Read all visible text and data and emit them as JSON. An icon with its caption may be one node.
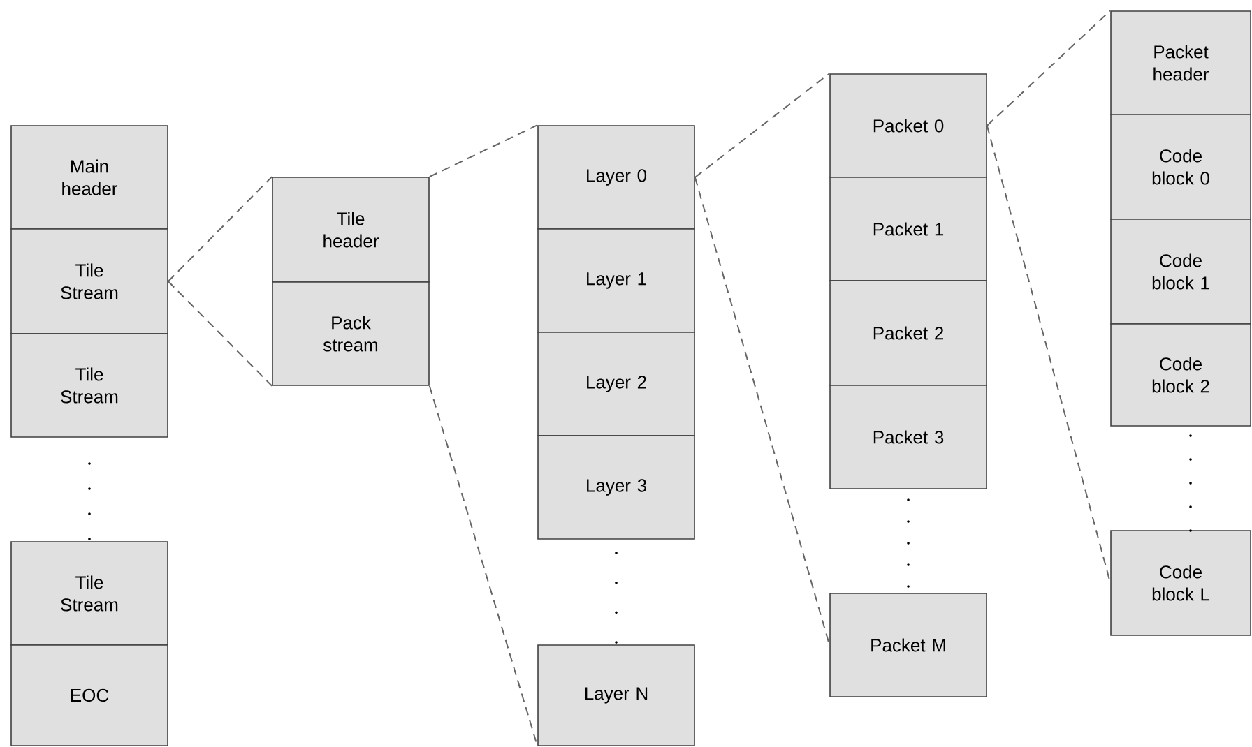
{
  "diagram": {
    "nodes": [
      {
        "text": [
          "Main header"
        ]
      },
      {
        "text": [
          "Tile Stream"
        ]
      },
      {
        "text": [
          "Tile Stream"
        ]
      },
      {
        "text": [
          "Tile Stream"
        ]
      },
      {
        "text": [
          "EOC"
        ]
      },
      {
        "text": [
          "Tile header"
        ]
      },
      {
        "text": [
          "Pack stream"
        ]
      },
      {
        "text": [
          "Layer 0"
        ]
      },
      {
        "text": [
          "Layer 1"
        ]
      },
      {
        "text": [
          "Layer 2"
        ]
      },
      {
        "text": [
          "Layer 3"
        ]
      },
      {
        "text": [
          "Layer N"
        ]
      },
      {
        "text": [
          "Packet 0"
        ]
      },
      {
        "text": [
          "Packet 1"
        ]
      },
      {
        "text": [
          "Packet 2"
        ]
      },
      {
        "text": [
          "Packet 3"
        ]
      },
      {
        "text": [
          "Packet M"
        ]
      },
      {
        "text": [
          "Packet header"
        ]
      },
      {
        "text": [
          "Code block 0"
        ]
      },
      {
        "text": [
          "Code block 1"
        ]
      },
      {
        "text": [
          "Code block 2"
        ]
      },
      {
        "text": [
          "Code block L"
        ]
      }
    ],
    "edges": [
      {
        "from": 1,
        "to": 5,
        "arrow": "none",
        "style": "dashed"
      },
      {
        "from": 1,
        "to": 6,
        "arrow": "none",
        "style": "dashed"
      },
      {
        "from": 5,
        "to": 7,
        "arrow": "none",
        "style": "dashed"
      },
      {
        "from": 6,
        "to": 11,
        "arrow": "none",
        "style": "dashed"
      },
      {
        "from": 7,
        "to": 12,
        "arrow": "none",
        "style": "dashed"
      },
      {
        "from": 7,
        "to": 16,
        "arrow": "none",
        "style": "dashed"
      },
      {
        "from": 12,
        "to": 17,
        "arrow": "none",
        "style": "dashed"
      },
      {
        "from": 12,
        "to": 21,
        "arrow": "none",
        "style": "dashed"
      }
    ]
  }
}
